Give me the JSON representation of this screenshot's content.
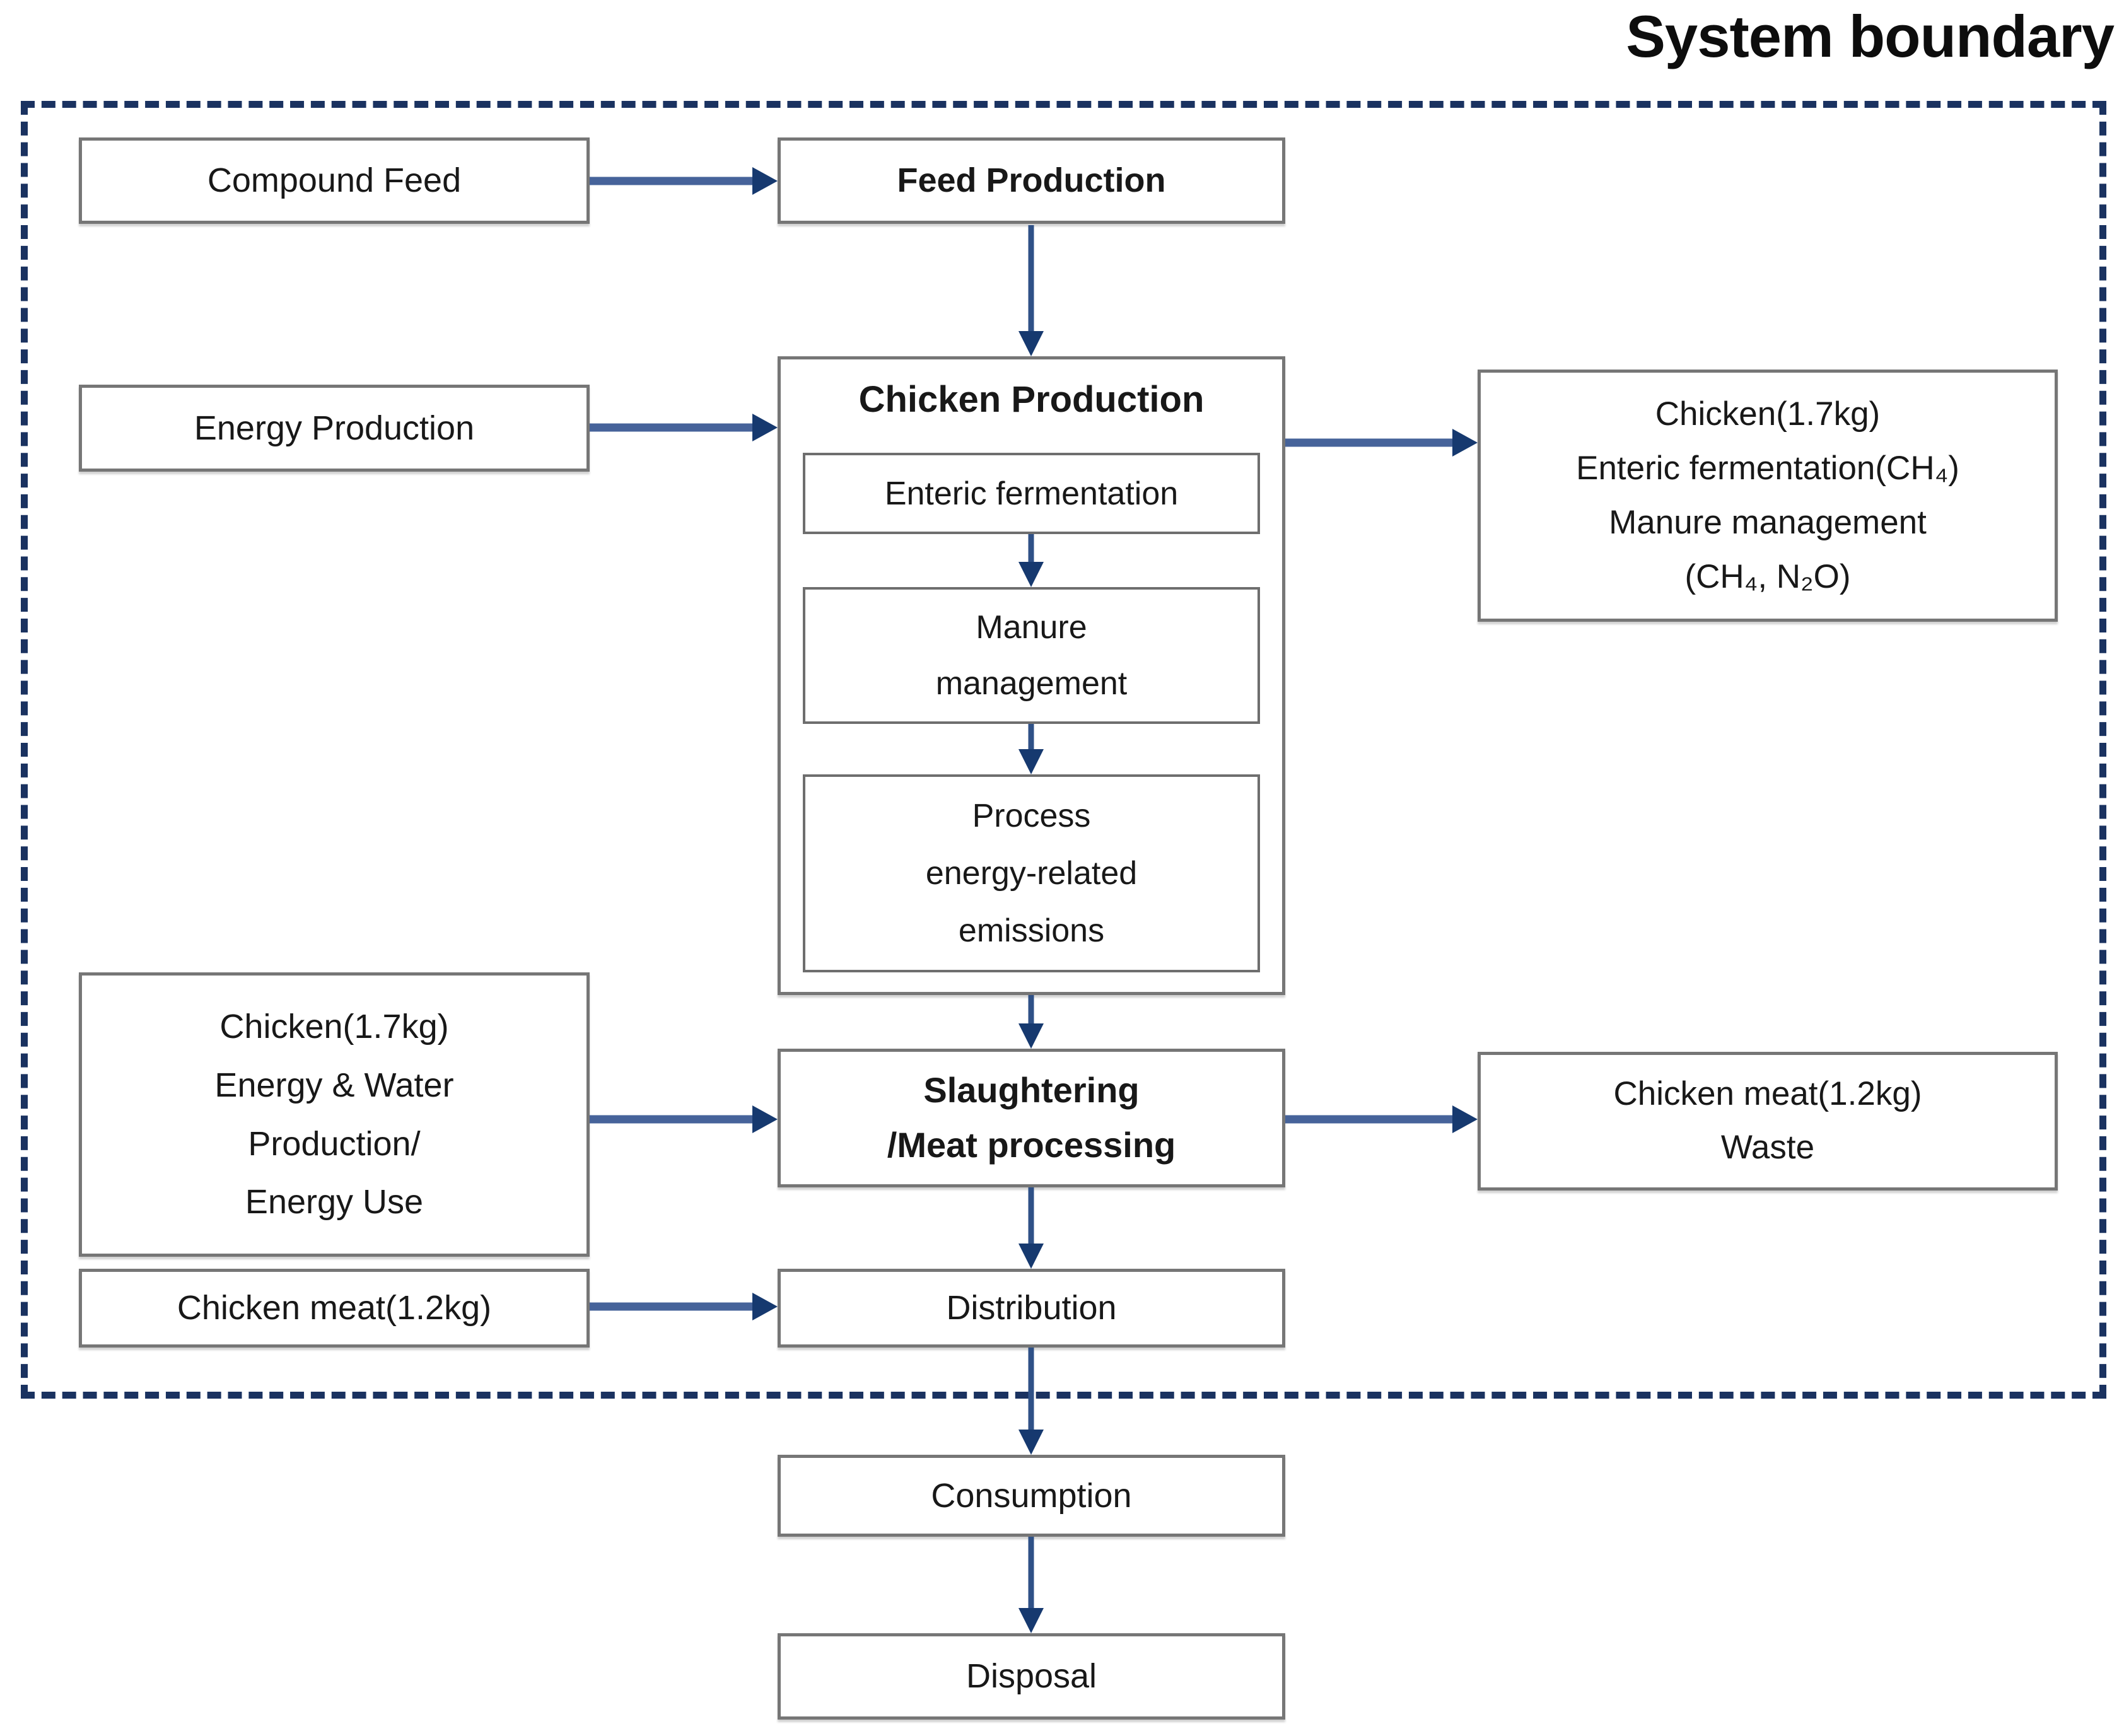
{
  "title": "System boundary",
  "colors": {
    "boundary_dash": "#1a3260",
    "arrow_head": "#16396f",
    "arrow_horizontal": "#46639a",
    "arrow_vertical": "#2f5187",
    "box_border": "#767676",
    "text": "#181818"
  },
  "boxes": {
    "compound_feed": {
      "label": "Compound Feed"
    },
    "feed_production": {
      "label": "Feed Production"
    },
    "energy_production": {
      "label": "Energy Production"
    },
    "chicken_production": {
      "title": "Chicken Production",
      "enteric": {
        "label": "Enteric fermentation"
      },
      "manure": {
        "lines": [
          "Manure",
          "management"
        ]
      },
      "process": {
        "lines": [
          "Process",
          "energy-related",
          "emissions"
        ]
      }
    },
    "chicken_output": {
      "lines": [
        "Chicken(1.7kg)",
        "Enteric fermentation(CH₄)",
        "Manure management",
        "(CH₄, N₂O)"
      ]
    },
    "slaughter_inputs": {
      "lines": [
        "Chicken(1.7kg)",
        "Energy & Water",
        "Production/",
        "Energy Use"
      ]
    },
    "slaughtering": {
      "lines": [
        "Slaughtering",
        "/Meat processing"
      ]
    },
    "slaughter_outputs": {
      "lines": [
        "Chicken meat(1.2kg)",
        "Waste"
      ]
    },
    "chicken_meat_input": {
      "label": "Chicken meat(1.2kg)"
    },
    "distribution": {
      "label": "Distribution"
    },
    "consumption": {
      "label": "Consumption"
    },
    "disposal": {
      "label": "Disposal"
    }
  }
}
